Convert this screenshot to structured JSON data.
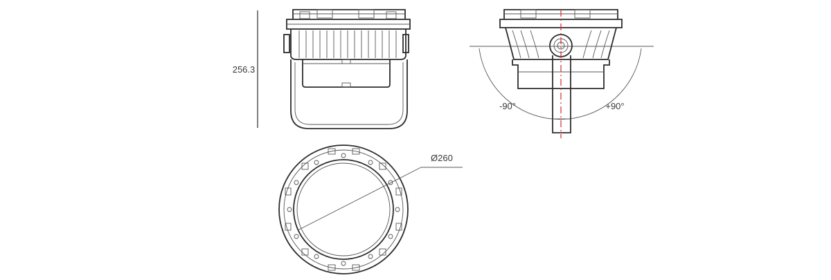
{
  "dimensions": {
    "height": "256.3",
    "diameter": "Ø260",
    "angle_left": "-90°",
    "angle_right": "+90°"
  },
  "colors": {
    "line": "#3a3a3a",
    "centerline": "#d9262c",
    "background": "#ffffff"
  }
}
